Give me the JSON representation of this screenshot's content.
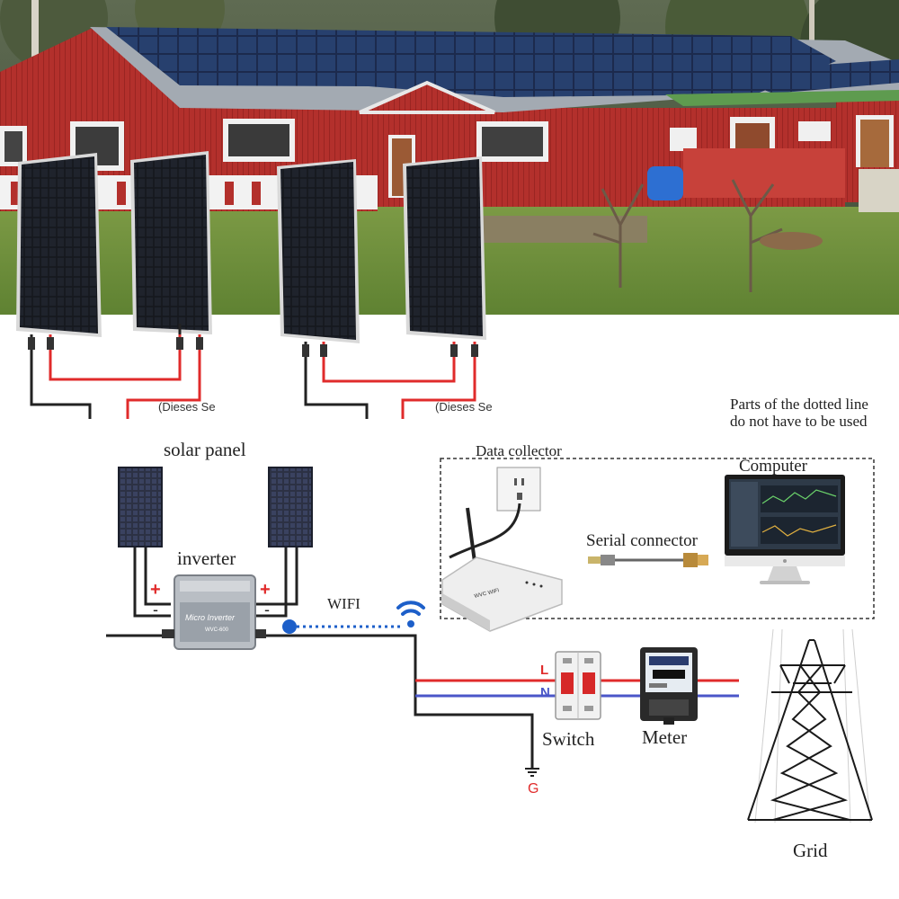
{
  "photo": {
    "cable_label_left": "(Dieses Se",
    "cable_label_right": "(Dieses Se"
  },
  "diagram": {
    "note_line1": "Parts of the dotted line",
    "note_line2": "do not have to be used",
    "solar_panel_label": "solar panel",
    "inverter_label": "inverter",
    "inverter_plate_line1": "Micro Inverter",
    "inverter_plate_line2": "WVC-600",
    "wifi_label": "WIFI",
    "data_collector_label": "Data collector",
    "collector_brand": "WVC WIFI",
    "computer_label": "Computer",
    "serial_connector_label": "Serial connector",
    "switch_label": "Switch",
    "meter_label": "Meter",
    "grid_label": "Grid",
    "plus_left": "+",
    "minus_left": "-",
    "plus_right": "+",
    "minus_right": "-",
    "line_l": "L",
    "line_n": "N",
    "ground_g": "G"
  },
  "colors": {
    "house_red": "#b3302c",
    "roof_gray": "#a3aab2",
    "grass": "#6f8f3a",
    "panel_dark": "#14161c",
    "panel_blue": "#1e2f55",
    "wire_red": "#e02b2b",
    "wire_blue": "#4a56c8",
    "wire_black": "#222222",
    "wifi_blue": "#1d5fc9"
  }
}
